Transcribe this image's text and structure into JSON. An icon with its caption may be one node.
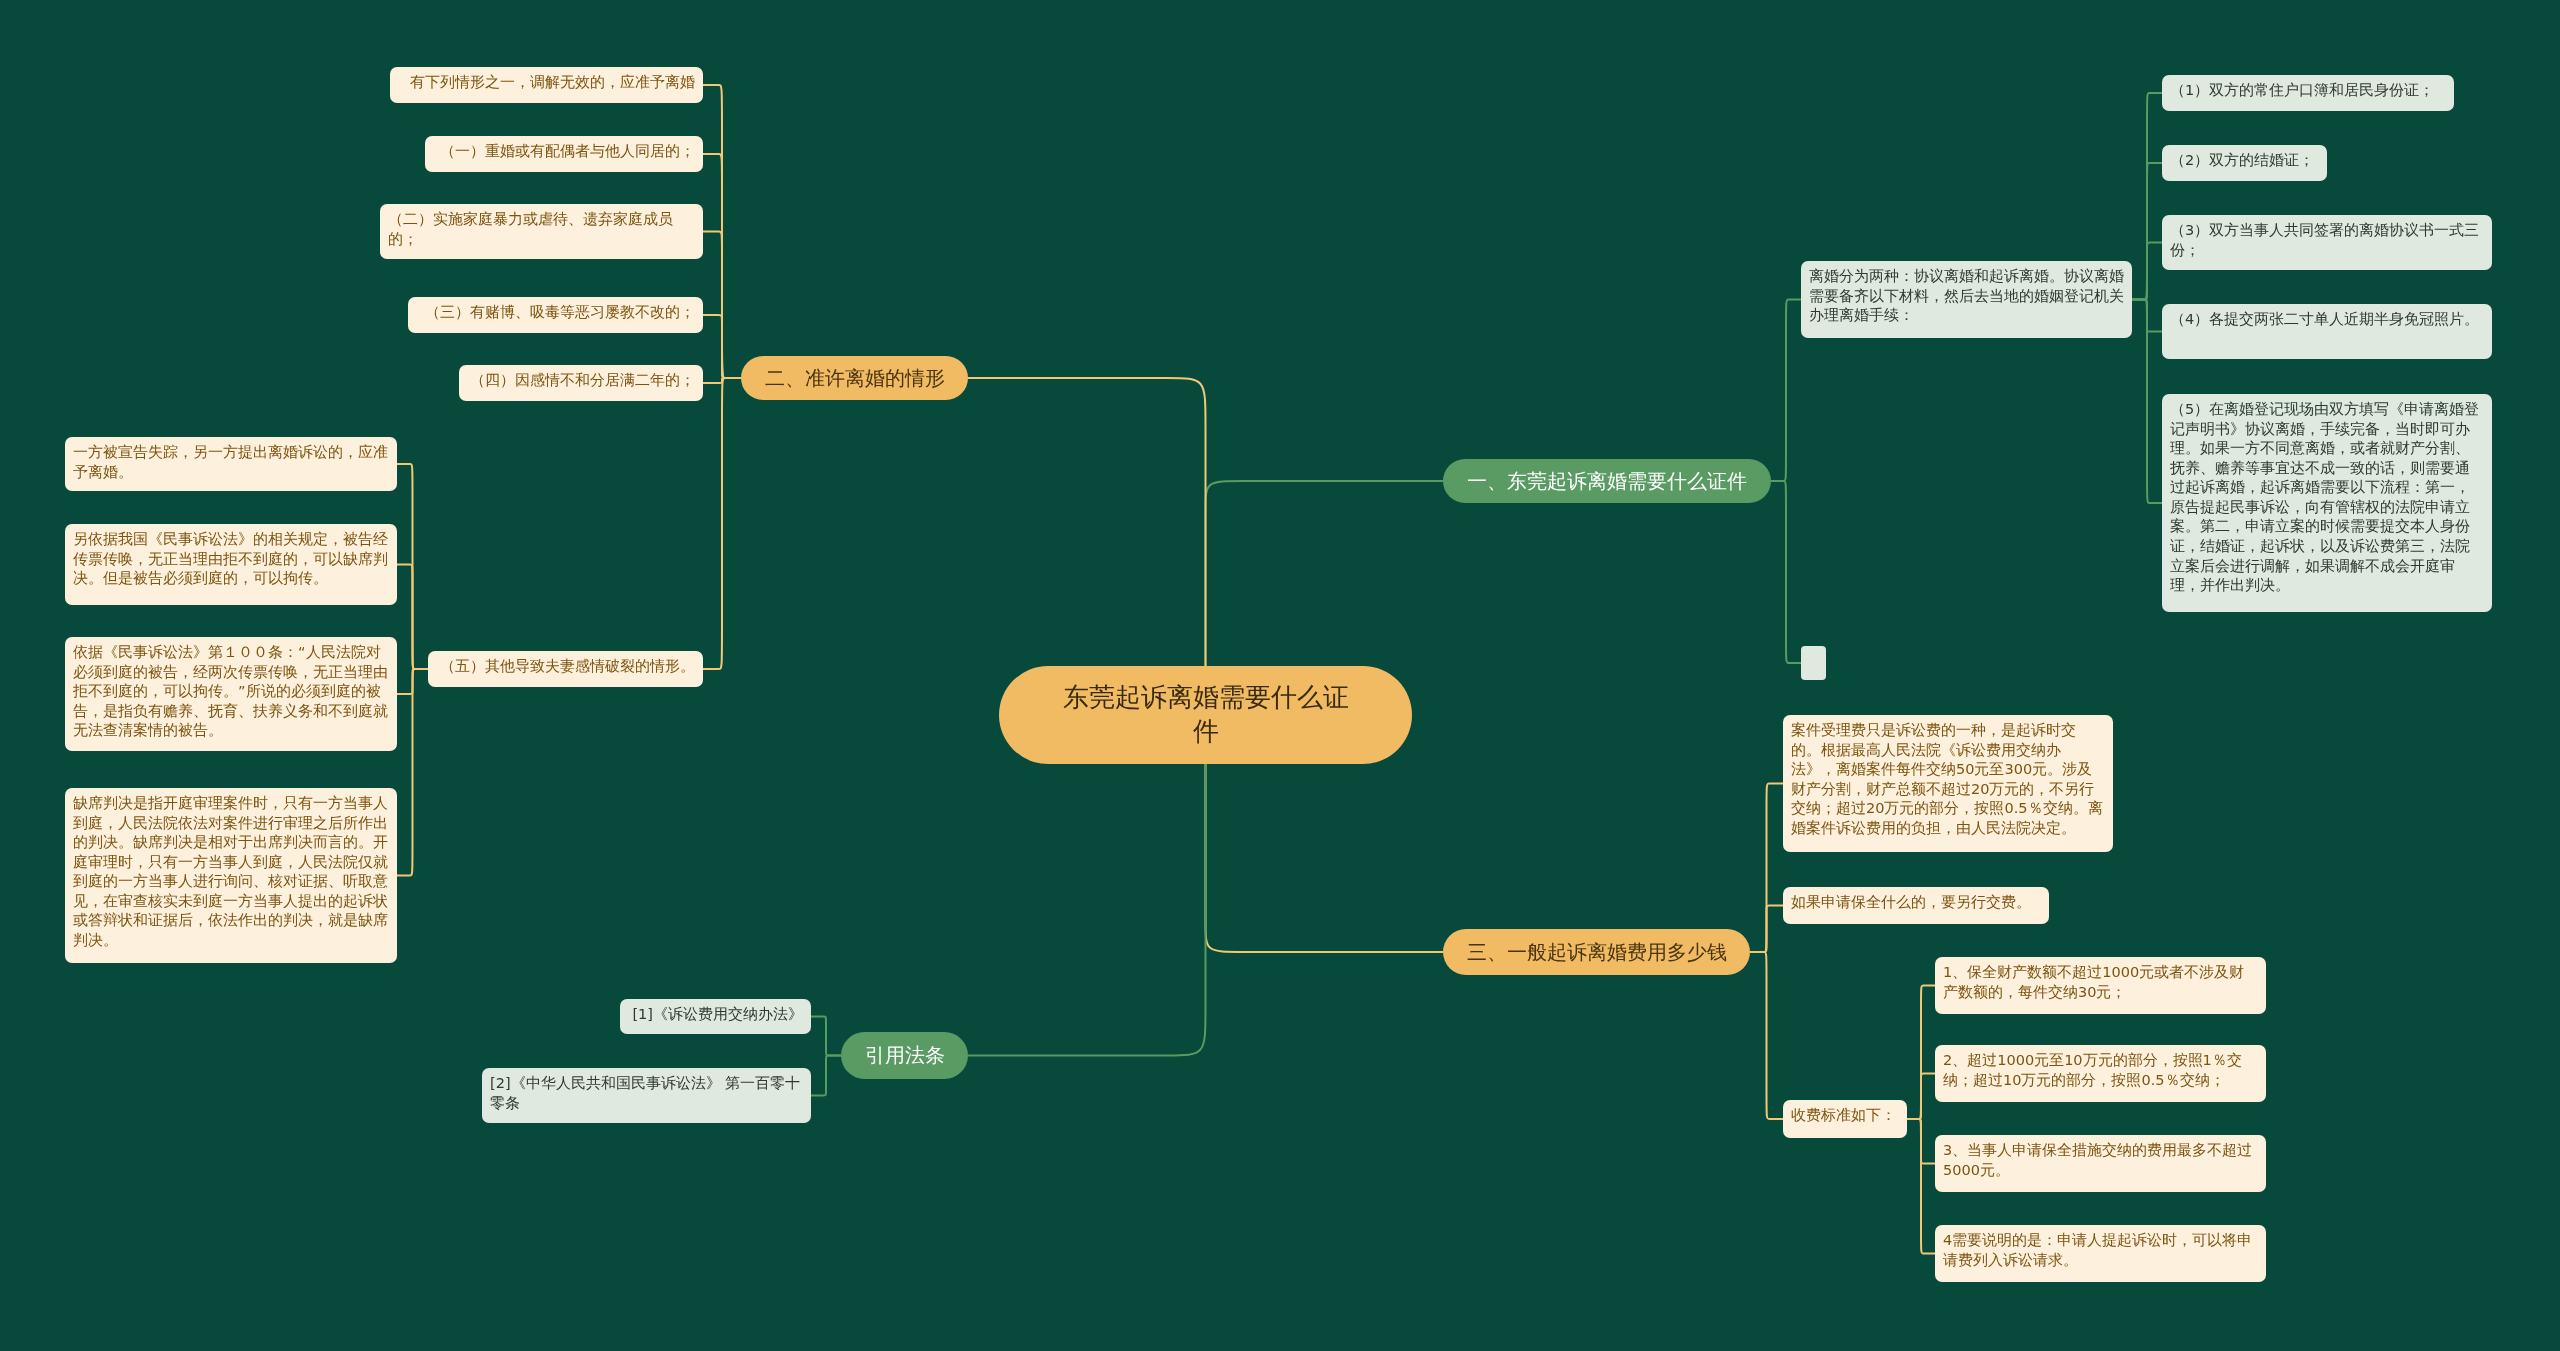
{
  "diagram": {
    "nodes": [
      {
        "text": [
          "东莞起诉离婚需要什么证件"
        ]
      },
      {
        "text": [
          "一、东莞起诉离婚需要什么证件"
        ]
      },
      {
        "text": [
          "离婚分为两种：协议离婚和起诉离婚。协议离婚需要备齐以下材料，然后去当地的婚姻登记机关办理离婚手续："
        ]
      },
      {
        "text": [
          "（1）双方的常住户口簿和居民身份证；"
        ]
      },
      {
        "text": [
          "（2）双方的结婚证；"
        ]
      },
      {
        "text": [
          "（3）双方当事人共同签署的离婚协议书一式三份；"
        ]
      },
      {
        "text": [
          "（4）各提交两张二寸单人近期半身免冠照片。"
        ]
      },
      {
        "text": [
          "（5）在离婚登记现场由双方填写《申请离婚登记声明书》协议离婚，手续完备，当时即可办理。如果一方不同意离婚，或者就财产分割、抚养、赡养等事宜达不成一致的话，则需要通过起诉离婚，起诉离婚需要以下流程：第一，原告提起民事诉讼，向有管辖权的法院申请立案。第二，申请立案的时候需要提交本人身份证，结婚证，起诉状，以及诉讼费第三，法院立案后会进行调解，如果调解不成会开庭审理，并作出判决。"
        ]
      },
      {
        "text": [],
        "shape": "box"
      },
      {
        "text": [
          "二、准许离婚的情形"
        ]
      },
      {
        "text": [
          "有下列情形之一，调解无效的，应准予离婚"
        ]
      },
      {
        "text": [
          "（一）重婚或有配偶者与他人同居的；"
        ]
      },
      {
        "text": [
          "（二）实施家庭暴力或虐待、遗弃家庭成员的；"
        ]
      },
      {
        "text": [
          "（三）有赌博、吸毒等恶习屡教不改的；"
        ]
      },
      {
        "text": [
          "（四）因感情不和分居满二年的；"
        ]
      },
      {
        "text": [
          "（五）其他导致夫妻感情破裂的情形。"
        ]
      },
      {
        "text": [
          "一方被宣告失踪，另一方提出离婚诉讼的，应准予离婚。"
        ]
      },
      {
        "text": [
          "另依据我国《民事诉讼法》的相关规定，被告经传票传唤，无正当理由拒不到庭的，可以缺席判决。但是被告必须到庭的，可以拘传。"
        ]
      },
      {
        "text": [
          "依据《民事诉讼法》第１００条：“人民法院对必须到庭的被告，经两次传票传唤，无正当理由拒不到庭的，可以拘传。”所说的必须到庭的被告，是指负有赡养、抚育、扶养义务和不到庭就无法查清案情的被告。"
        ]
      },
      {
        "text": [
          "缺席判决是指开庭审理案件时，只有一方当事人到庭，人民法院依法对案件进行审理之后所作出的判决。缺席判决是相对于出席判决而言的。开庭审理时，只有一方当事人到庭，人民法院仅就到庭的一方当事人进行询问、核对证据、听取意见，在审查核实未到庭一方当事人提出的起诉状或答辩状和证据后，依法作出的判决，就是缺席判决。"
        ]
      },
      {
        "text": [
          "三、一般起诉离婚费用多少钱"
        ]
      },
      {
        "text": [
          "案件受理费只是诉讼费的一种，是起诉时交的。根据最高人民法院《诉讼费用交纳办法》，离婚案件每件交纳50元至300元。涉及财产分割，财产总额不超过20万元的，不另行交纳；超过20万元的部分，按照0.5％交纳。离婚案件诉讼费用的负担，由人民法院决定。"
        ]
      },
      {
        "text": [
          "如果申请保全什么的，要另行交费。"
        ]
      },
      {
        "text": [
          "收费标准如下："
        ]
      },
      {
        "text": [
          "1、保全财产数额不超过1000元或者不涉及财产数额的，每件交纳30元；"
        ]
      },
      {
        "text": [
          "2、超过1000元至10万元的部分，按照1％交纳；超过10万元的部分，按照0.5％交纳；"
        ]
      },
      {
        "text": [
          "3、当事人申请保全措施交纳的费用最多不超过5000元。"
        ]
      },
      {
        "text": [
          "4需要说明的是：申请人提起诉讼时，可以将申请费列入诉讼请求。"
        ]
      },
      {
        "text": [
          "引用法条"
        ]
      },
      {
        "text": [
          "[1]《诉讼费用交纳办法》"
        ]
      },
      {
        "text": [
          "[2]《中华人民共和国民事诉讼法》 第一百零十零条"
        ]
      }
    ],
    "edges": [
      {
        "from": 0,
        "to": 1,
        "arrow": "none",
        "color": "#5a9a63"
      },
      {
        "from": 1,
        "to": 2,
        "arrow": "none",
        "color": "#5a9a63"
      },
      {
        "from": 1,
        "to": 8,
        "arrow": "none",
        "color": "#5a9a63"
      },
      {
        "from": 2,
        "to": 3,
        "arrow": "none",
        "color": "#5a9a63"
      },
      {
        "from": 2,
        "to": 4,
        "arrow": "none",
        "color": "#5a9a63"
      },
      {
        "from": 2,
        "to": 5,
        "arrow": "none",
        "color": "#5a9a63"
      },
      {
        "from": 2,
        "to": 6,
        "arrow": "none",
        "color": "#5a9a63"
      },
      {
        "from": 2,
        "to": 7,
        "arrow": "none",
        "color": "#5a9a63"
      },
      {
        "from": 0,
        "to": 9,
        "arrow": "none"
      },
      {
        "from": 9,
        "to": 10,
        "arrow": "none"
      },
      {
        "from": 9,
        "to": 11,
        "arrow": "none"
      },
      {
        "from": 9,
        "to": 12,
        "arrow": "none"
      },
      {
        "from": 9,
        "to": 13,
        "arrow": "none"
      },
      {
        "from": 9,
        "to": 14,
        "arrow": "none"
      },
      {
        "from": 9,
        "to": 15,
        "arrow": "none"
      },
      {
        "from": 15,
        "to": 16,
        "arrow": "none"
      },
      {
        "from": 15,
        "to": 17,
        "arrow": "none"
      },
      {
        "from": 15,
        "to": 18,
        "arrow": "none"
      },
      {
        "from": 15,
        "to": 19,
        "arrow": "none"
      },
      {
        "from": 0,
        "to": 20,
        "arrow": "none"
      },
      {
        "from": 20,
        "to": 21,
        "arrow": "none"
      },
      {
        "from": 20,
        "to": 22,
        "arrow": "none"
      },
      {
        "from": 20,
        "to": 23,
        "arrow": "none"
      },
      {
        "from": 23,
        "to": 24,
        "arrow": "none"
      },
      {
        "from": 23,
        "to": 25,
        "arrow": "none"
      },
      {
        "from": 23,
        "to": 26,
        "arrow": "none"
      },
      {
        "from": 23,
        "to": 27,
        "arrow": "none"
      },
      {
        "from": 0,
        "to": 28,
        "arrow": "none",
        "color": "#5a9a63"
      },
      {
        "from": 28,
        "to": 29,
        "arrow": "none",
        "color": "#5a9a63"
      },
      {
        "from": 28,
        "to": 30,
        "arrow": "none",
        "color": "#5a9a63"
      }
    ]
  }
}
